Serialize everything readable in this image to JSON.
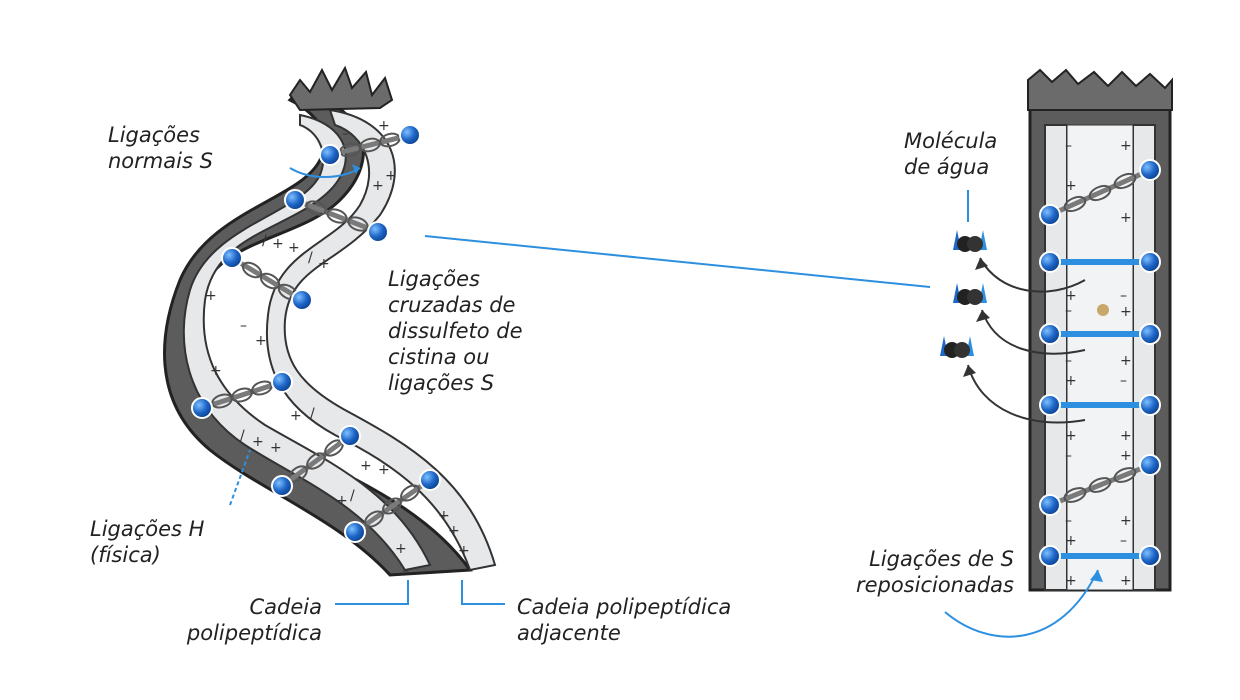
{
  "colors": {
    "accent": "#2d8fe0",
    "ball": "#1e66c8",
    "chain": "#8c8c8c",
    "strand_fill": "#e6e8ea",
    "strand_edge": "#333333",
    "text": "#222222"
  },
  "labels": {
    "normal_bonds": {
      "line1": "Ligações",
      "line2": "normais S"
    },
    "cross_links": {
      "line1": "Ligações",
      "line2": "cruzadas de",
      "line3": "dissulfeto de",
      "line4": "cistina ou",
      "line5": "ligações S"
    },
    "h_bonds": {
      "line1": "Ligações H",
      "line2": "(física)"
    },
    "chain": {
      "line1": "Cadeia",
      "line2": "polipeptídica"
    },
    "adjacent_chain": {
      "line1": "Cadeia polipeptídica",
      "line2": "adjacente"
    },
    "water": {
      "line1": "Molécula",
      "line2": "de água"
    },
    "repositioned": {
      "line1": "Ligações de S",
      "line2": "reposicionadas"
    }
  },
  "icons": [
    "disulfide-chain-icon",
    "water-molecule-icon",
    "hydrogen-bond-bar-icon"
  ]
}
